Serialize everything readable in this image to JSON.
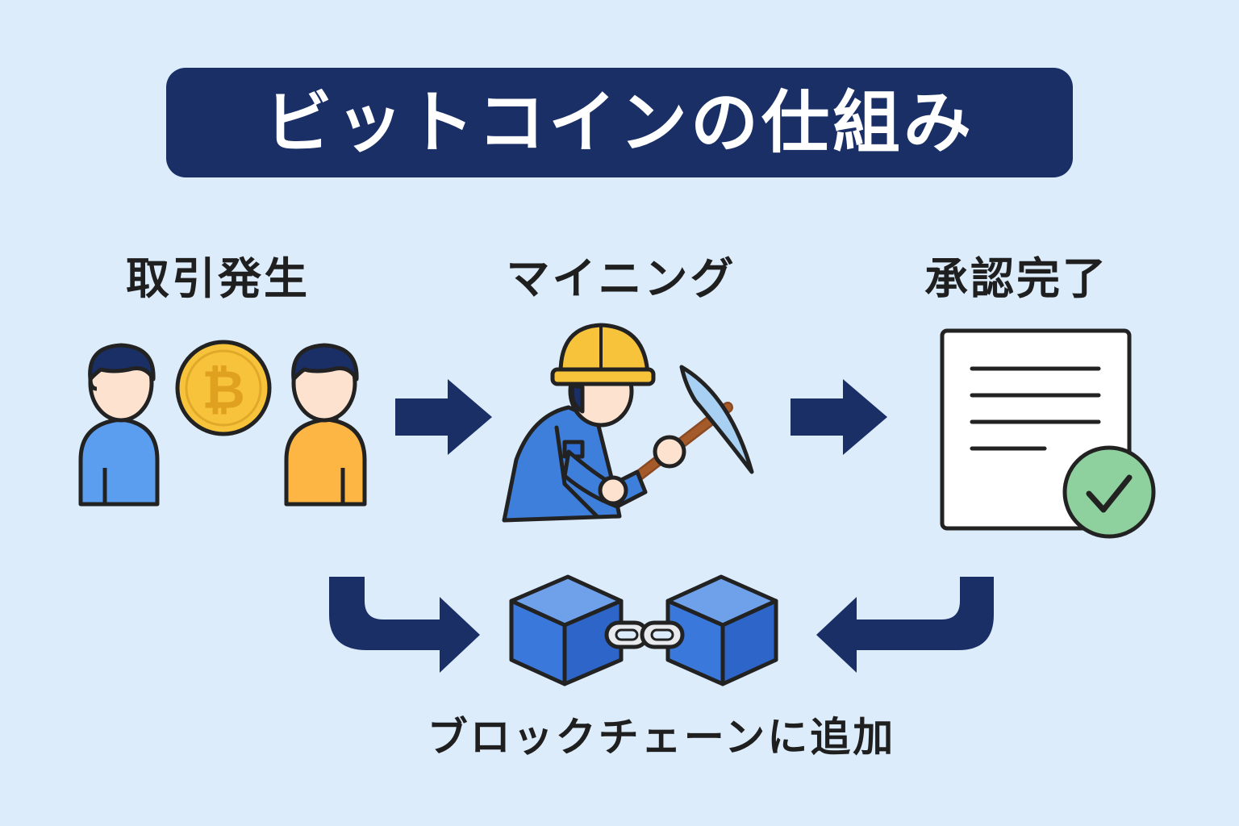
{
  "title": "ビットコインの仕組み",
  "steps": [
    {
      "label": "取引発生",
      "icon": "people-exchange-bitcoin-icon"
    },
    {
      "label": "マイニング",
      "icon": "miner-pickaxe-icon"
    },
    {
      "label": "承認完了",
      "icon": "document-checkmark-icon"
    }
  ],
  "bitcoin_symbol": "₿",
  "bottom": {
    "label": "ブロックチェーンに追加",
    "icon": "linked-blocks-icon"
  },
  "colors": {
    "background": "#dcecfb",
    "navy": "#1a2f66",
    "blue": "#2f6fd6",
    "coin": "#f7c33b",
    "check": "#8fd19e"
  }
}
